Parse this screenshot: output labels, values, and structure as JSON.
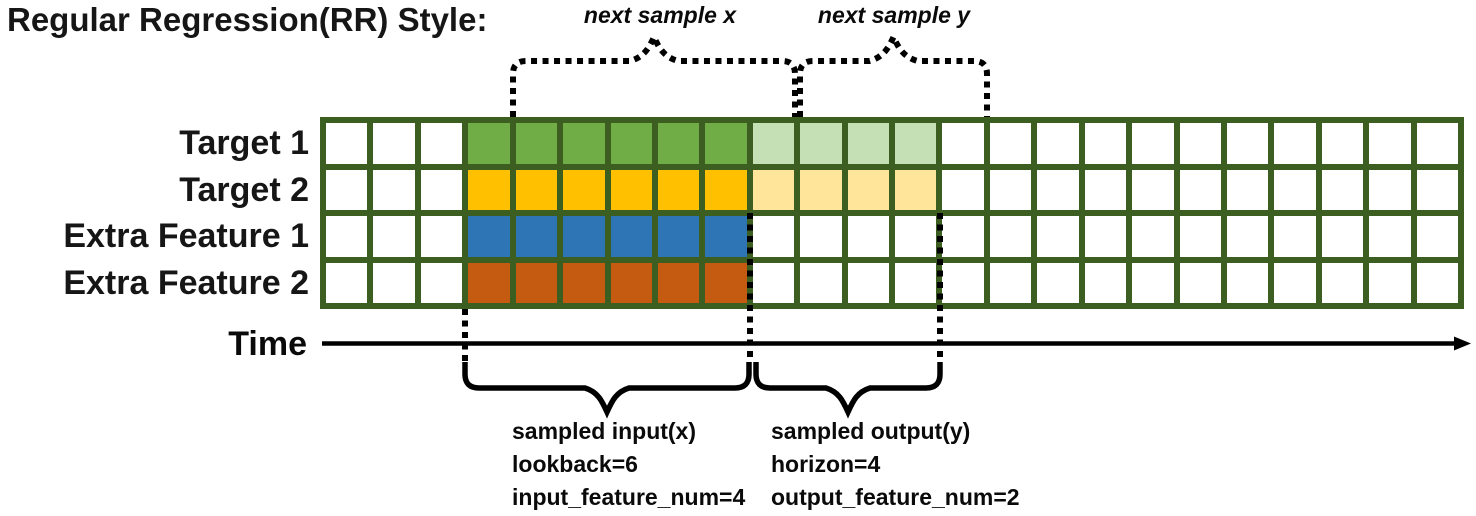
{
  "title": "Regular Regression(RR) Style:",
  "grid": {
    "columns": 24,
    "border_color": "#3C5E21",
    "empty_cell_color": "#FFFFFF",
    "rows": [
      {
        "label": "Target 1",
        "solid": {
          "start": 3,
          "end": 9,
          "color": "#70AD47"
        },
        "light": {
          "start": 9,
          "end": 13,
          "color": "#C5E0B4"
        }
      },
      {
        "label": "Target 2",
        "solid": {
          "start": 3,
          "end": 9,
          "color": "#FFC000"
        },
        "light": {
          "start": 9,
          "end": 13,
          "color": "#FFE599"
        }
      },
      {
        "label": "Extra Feature 1",
        "solid": {
          "start": 3,
          "end": 9,
          "color": "#2E75B6"
        }
      },
      {
        "label": "Extra Feature 2",
        "solid": {
          "start": 3,
          "end": 9,
          "color": "#C55A11"
        }
      }
    ]
  },
  "annotations": {
    "next_sample_x": "next sample x",
    "next_sample_y": "next sample y",
    "time_label": "Time",
    "input_block": {
      "lines": [
        "sampled input(x)",
        "lookback=6",
        "input_feature_num=4"
      ]
    },
    "output_block": {
      "lines": [
        "sampled output(y)",
        "horizon=4",
        "output_feature_num=2"
      ]
    }
  }
}
